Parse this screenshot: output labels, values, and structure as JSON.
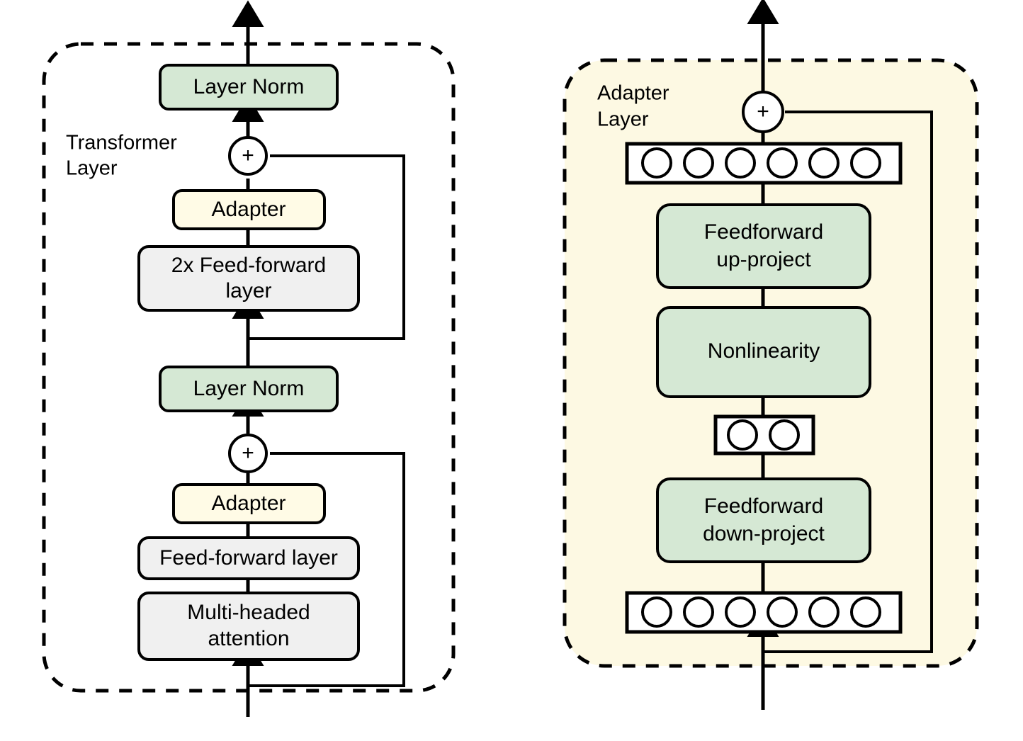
{
  "figure": {
    "title": "Adapter module architecture in a Transformer layer",
    "background": "#ffffff"
  },
  "colors": {
    "green_fill": "#d5e8d4",
    "cream_fill": "#fffbe6",
    "cream_panel": "#fdf9e3",
    "grey_fill": "#f0f0f0",
    "white_fill": "#ffffff",
    "stroke": "#000000"
  },
  "panels": [
    {
      "id": "transformer-layer",
      "label": "Transformer\nLayer",
      "label_lines": [
        "Transformer",
        "Layer"
      ],
      "fill": "#ffffff",
      "border_style": "dashed",
      "nodes": [
        {
          "id": "layer-norm-top",
          "label": "Layer Norm",
          "label_lines": [
            "Layer Norm"
          ],
          "fill": "#d5e8d4",
          "shape": "rounded-rect"
        },
        {
          "id": "plus-top",
          "label": "+",
          "label_lines": [
            "+"
          ],
          "fill": "#ffffff",
          "shape": "circle"
        },
        {
          "id": "adapter-top",
          "label": "Adapter",
          "label_lines": [
            "Adapter"
          ],
          "fill": "#fffbe6",
          "shape": "rounded-rect"
        },
        {
          "id": "feed-forward-2x",
          "label": "2x Feed-forward layer",
          "label_lines": [
            "2x Feed-forward",
            "layer"
          ],
          "fill": "#f0f0f0",
          "shape": "rounded-rect"
        },
        {
          "id": "layer-norm-mid",
          "label": "Layer Norm",
          "label_lines": [
            "Layer Norm"
          ],
          "fill": "#d5e8d4",
          "shape": "rounded-rect"
        },
        {
          "id": "plus-bottom",
          "label": "+",
          "label_lines": [
            "+"
          ],
          "fill": "#ffffff",
          "shape": "circle"
        },
        {
          "id": "adapter-bottom",
          "label": "Adapter",
          "label_lines": [
            "Adapter"
          ],
          "fill": "#fffbe6",
          "shape": "rounded-rect"
        },
        {
          "id": "feed-forward-layer",
          "label": "Feed-forward layer",
          "label_lines": [
            "Feed-forward layer"
          ],
          "fill": "#f0f0f0",
          "shape": "rounded-rect"
        },
        {
          "id": "multi-headed-attention",
          "label": "Multi-headed attention",
          "label_lines": [
            "Multi-headed",
            "attention"
          ],
          "fill": "#f0f0f0",
          "shape": "rounded-rect"
        }
      ]
    },
    {
      "id": "adapter-layer",
      "label": "Adapter\nLayer",
      "label_lines": [
        "Adapter",
        "Layer"
      ],
      "fill": "#fdf9e3",
      "border_style": "dashed",
      "nodes": [
        {
          "id": "plus-adapter",
          "label": "+",
          "label_lines": [
            "+"
          ],
          "fill": "#ffffff",
          "shape": "circle"
        },
        {
          "id": "neurons-output",
          "label": "",
          "neuron_count": 6,
          "fill": "#ffffff",
          "shape": "neuron-strip"
        },
        {
          "id": "feedforward-up-project",
          "label": "Feedforward up-project",
          "label_lines": [
            "Feedforward",
            "up-project"
          ],
          "fill": "#d5e8d4",
          "shape": "rounded-rect"
        },
        {
          "id": "nonlinearity",
          "label": "Nonlinearity",
          "label_lines": [
            "Nonlinearity"
          ],
          "fill": "#d5e8d4",
          "shape": "rounded-rect"
        },
        {
          "id": "neurons-bottleneck",
          "label": "",
          "neuron_count": 2,
          "fill": "#ffffff",
          "shape": "neuron-strip"
        },
        {
          "id": "feedforward-down-project",
          "label": "Feedforward down-project",
          "label_lines": [
            "Feedforward",
            "down-project"
          ],
          "fill": "#d5e8d4",
          "shape": "rounded-rect"
        },
        {
          "id": "neurons-input",
          "label": "",
          "neuron_count": 6,
          "fill": "#ffffff",
          "shape": "neuron-strip"
        }
      ]
    }
  ],
  "text": {
    "transformer_layer_line1": "Transformer",
    "transformer_layer_line2": "Layer",
    "adapter_layer_line1": "Adapter",
    "adapter_layer_line2": "Layer",
    "layer_norm": "Layer Norm",
    "layer_norm_2": "Layer Norm",
    "adapter_1": "Adapter",
    "adapter_2": "Adapter",
    "feed_forward_2x_line1": "2x Feed-forward",
    "feed_forward_2x_line2": "layer",
    "feed_forward_layer": "Feed-forward layer",
    "multi_headed_line1": "Multi-headed",
    "multi_headed_line2": "attention",
    "plus_1": "+",
    "plus_2": "+",
    "plus_3": "+",
    "feedforward_up_line1": "Feedforward",
    "feedforward_up_line2": "up-project",
    "nonlinearity": "Nonlinearity",
    "feedforward_down_line1": "Feedforward",
    "feedforward_down_line2": "down-project"
  }
}
